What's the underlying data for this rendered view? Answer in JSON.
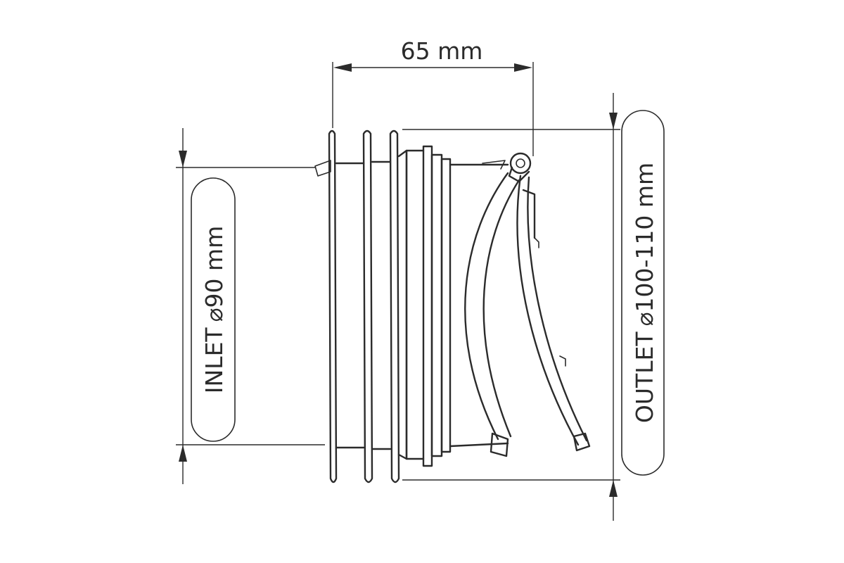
{
  "diagram": {
    "length_label": "65 mm",
    "inlet": {
      "word": "INLET",
      "size": "90 mm"
    },
    "outlet": {
      "word": "OUTLET",
      "size": "100-110 mm"
    },
    "diameter_symbol": "⌀"
  }
}
